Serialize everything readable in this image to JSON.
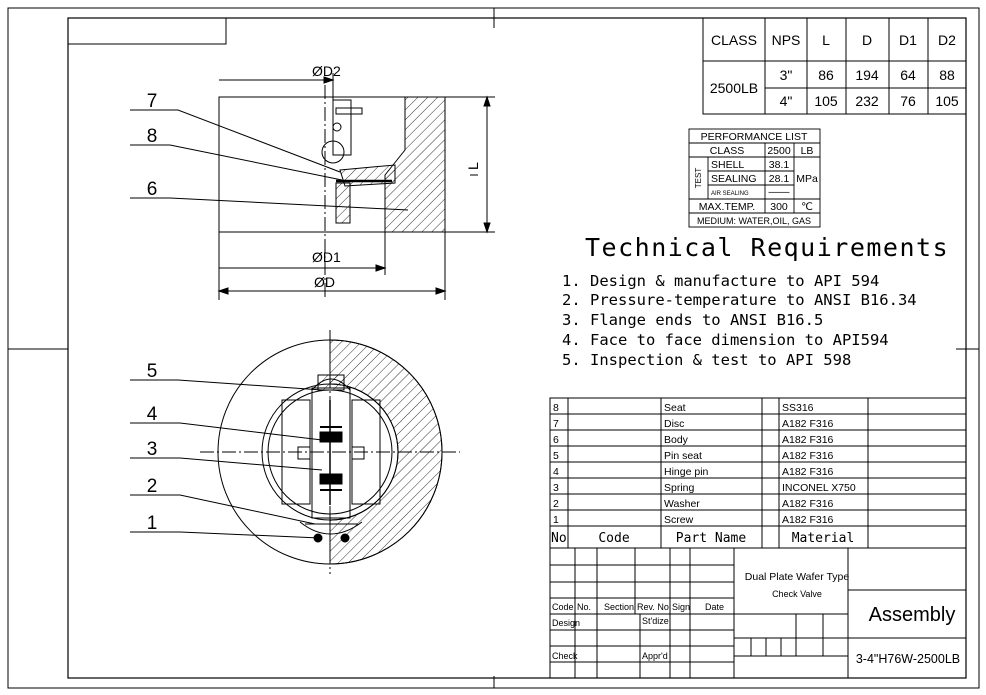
{
  "dimension_table": {
    "headers": [
      "CLASS",
      "NPS",
      "L",
      "D",
      "D1",
      "D2"
    ],
    "class_value": "2500LB",
    "rows": [
      {
        "nps": "3\"",
        "L": "86",
        "D": "194",
        "D1": "64",
        "D2": "88"
      },
      {
        "nps": "4\"",
        "L": "105",
        "D": "232",
        "D1": "76",
        "D2": "105"
      }
    ]
  },
  "performance": {
    "title": "PERFORMANCE LIST",
    "class_label": "CLASS",
    "class_value": "2500",
    "class_unit": "LB",
    "test_label": "TEST",
    "shell_label": "SHELL",
    "shell_value": "38.1",
    "sealing_label": "SEALING",
    "sealing_value": "28.1",
    "pressure_unit": "MPa",
    "air_label": "AIR SEALING",
    "air_value": "——",
    "temp_label": "MAX.TEMP.",
    "temp_value": "300",
    "temp_unit": "℃",
    "medium": "MEDIUM: WATER,OIL, GAS"
  },
  "requirements": {
    "title": "Technical Requirements",
    "items": [
      "1. Design & manufacture to API 594",
      "2. Pressure-temperature to ANSI B16.34",
      "3. Flange ends to ANSI B16.5",
      "4. Face to face dimension to API594",
      "5. Inspection & test to API 598"
    ]
  },
  "dimensions": {
    "d2": "ØD2",
    "d1": "ØD1",
    "d": "ØD",
    "l": "L"
  },
  "balloons": {
    "top": [
      "7",
      "8",
      "6"
    ],
    "bottom": [
      "5",
      "4",
      "3",
      "2",
      "1"
    ]
  },
  "parts": {
    "headers": {
      "no": "No",
      "code": "Code",
      "name": "Part Name",
      "material": "Material"
    },
    "rows": [
      {
        "no": "8",
        "name": "Seat",
        "material": "SS316"
      },
      {
        "no": "7",
        "name": "Disc",
        "material": "A182 F316"
      },
      {
        "no": "6",
        "name": "Body",
        "material": "A182 F316"
      },
      {
        "no": "5",
        "name": "Pin seat",
        "material": "A182 F316"
      },
      {
        "no": "4",
        "name": "Hinge pin",
        "material": "A182 F316"
      },
      {
        "no": "3",
        "name": "Spring",
        "material": "INCONEL X750"
      },
      {
        "no": "2",
        "name": "Washer",
        "material": "A182 F316"
      },
      {
        "no": "1",
        "name": "Screw",
        "material": "A182 F316"
      }
    ]
  },
  "title_block": {
    "product_line1": "Dual Plate Wafer Type",
    "product_line2": "Check Valve",
    "drawing_title": "Assembly",
    "drawing_number": "3-4\"H76W-2500LB",
    "rev_headers": [
      "Code",
      "No.",
      "Section",
      "Rev. No.",
      "Sign",
      "Date"
    ],
    "design": "Design",
    "stdize": "St'dize",
    "check": "Check",
    "apprd": "Appr'd"
  },
  "colors": {
    "line": "#000000",
    "background": "#ffffff"
  }
}
